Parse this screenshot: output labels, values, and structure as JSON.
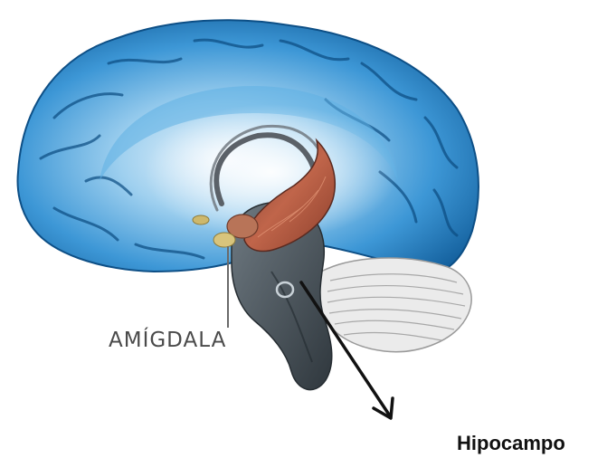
{
  "labels": {
    "amigdala": "AMÍGDALA",
    "hipocampo": "Hipocampo"
  },
  "colors": {
    "cortex": "#2f8fd0",
    "cortex_dark": "#0f5a96",
    "cortex_light": "#8cc8ec",
    "hippocampus": "#b85a3e",
    "brainstem": "#4b5760",
    "cerebellum": "#e6e6e6",
    "amygdala": "#d7c27a"
  },
  "icons": {
    "brain": "brain-sagittal-illustration"
  }
}
